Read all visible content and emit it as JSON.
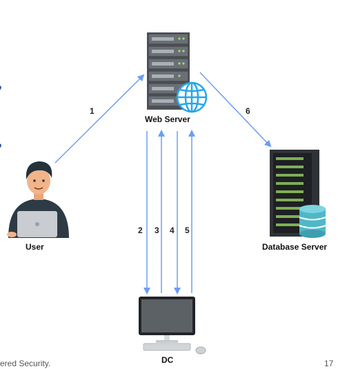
{
  "nodes": {
    "web_server": "Web Server",
    "user": "User",
    "database_server": "Database Server",
    "dc": "DC"
  },
  "edges": [
    {
      "label": "1",
      "from": "User",
      "to": "Web Server"
    },
    {
      "label": "2",
      "from": "Web Server",
      "to": "DC"
    },
    {
      "label": "3",
      "from": "DC",
      "to": "Web Server"
    },
    {
      "label": "4",
      "from": "Web Server",
      "to": "DC"
    },
    {
      "label": "5",
      "from": "DC",
      "to": "Web Server"
    },
    {
      "label": "6",
      "from": "Web Server",
      "to": "Database Server"
    }
  ],
  "footer": {
    "left_text": "ered Security.",
    "page_number": "17"
  },
  "colors": {
    "arrow": "#6b9ef5",
    "server_body": "#55595e",
    "globe": "#27a7e8",
    "hoodie": "#2d3b45",
    "db_cylinder": "#4fb7c8"
  }
}
